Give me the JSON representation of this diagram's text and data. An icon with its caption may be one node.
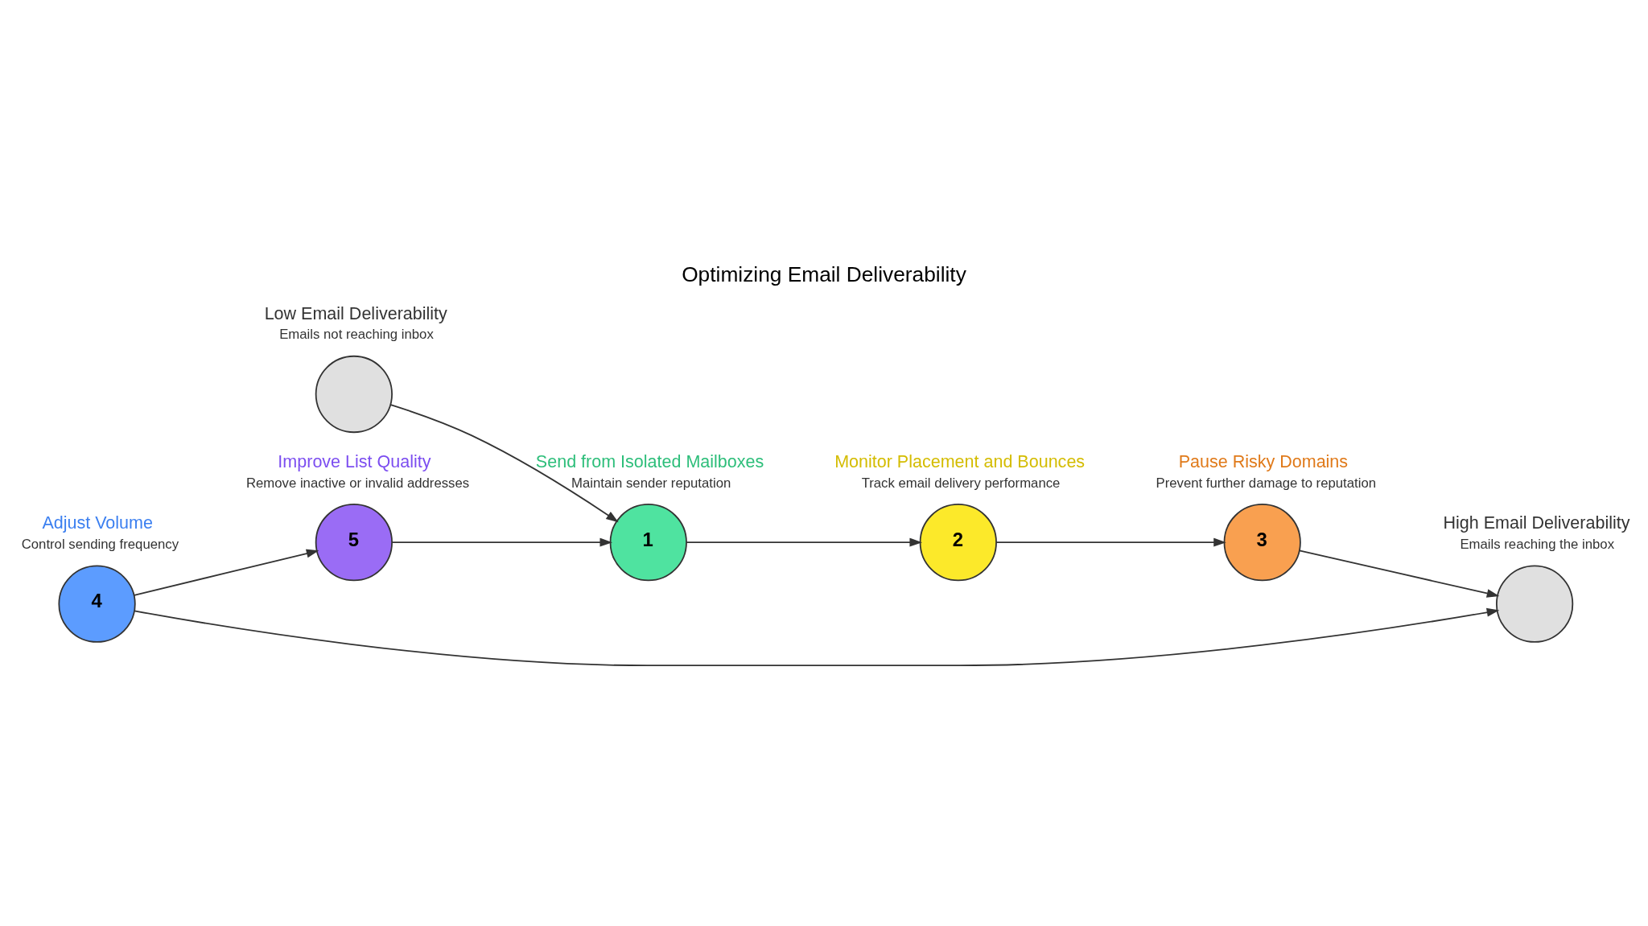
{
  "diagram": {
    "title": "Optimizing Email Deliverability",
    "nodes": [
      {
        "text": [],
        "shape": "circle",
        "beside": [
          "Low Email Deliverability",
          "Emails not reaching inbox"
        ]
      },
      {
        "text": [
          "1"
        ],
        "beside": [
          "Send from Isolated Mailboxes",
          "Maintain sender reputation"
        ]
      },
      {
        "text": [
          "2"
        ],
        "beside": [
          "Monitor Placement and Bounces",
          "Track email delivery performance"
        ]
      },
      {
        "text": [
          "3"
        ],
        "beside": [
          "Pause Risky Domains",
          "Prevent further damage to reputation"
        ]
      },
      {
        "text": [
          "4"
        ],
        "beside": [
          "Adjust Volume",
          "Control sending frequency"
        ]
      },
      {
        "text": [
          "5"
        ],
        "beside": [
          "Improve List Quality",
          "Remove inactive or invalid addresses"
        ]
      },
      {
        "text": [],
        "shape": "circle",
        "beside": [
          "High Email Deliverability",
          "Emails reaching the inbox"
        ]
      }
    ],
    "edges": [
      {
        "from": 0,
        "to": 1,
        "arrow": "to"
      },
      {
        "from": 1,
        "to": 2,
        "arrow": "to"
      },
      {
        "from": 2,
        "to": 3,
        "arrow": "to"
      },
      {
        "from": 3,
        "to": 6,
        "arrow": "to"
      },
      {
        "from": 4,
        "to": 6,
        "arrow": "to"
      },
      {
        "from": 4,
        "to": 5,
        "arrow": "to"
      },
      {
        "from": 5,
        "to": 1,
        "arrow": "to"
      }
    ]
  }
}
